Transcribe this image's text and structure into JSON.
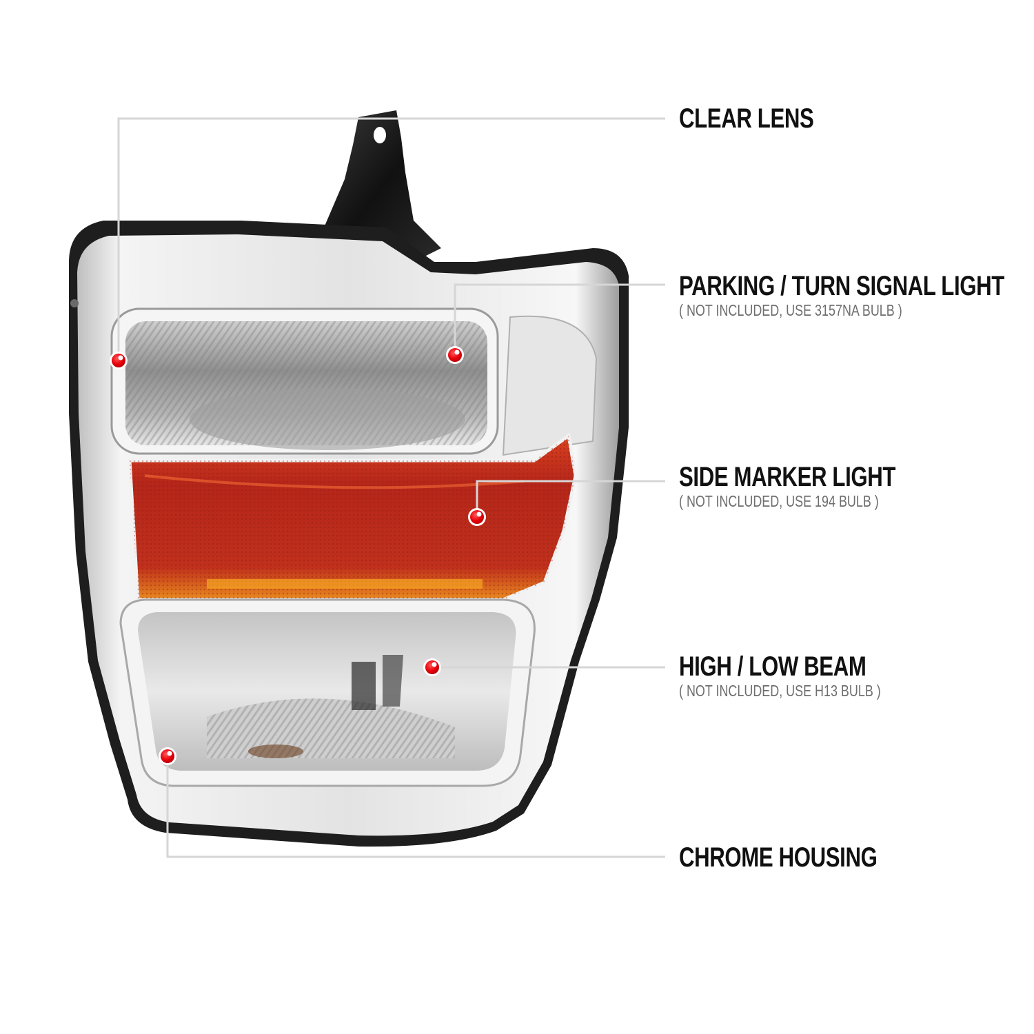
{
  "product": {
    "subject": "Chrome headlight assembly with amber side marker",
    "colors": {
      "background": "#ffffff",
      "callout_line": "#d6d6d6",
      "callout_dot": "#e8000a",
      "amber_reflector": "#c6321e",
      "chrome": "#d9d9d9",
      "label_text": "#111111",
      "sub_text": "#6e6e6e"
    }
  },
  "callouts": [
    {
      "id": "clear-lens",
      "title": "CLEAR LENS",
      "note": ""
    },
    {
      "id": "parking-turn",
      "title": "PARKING / TURN SIGNAL LIGHT",
      "note": "( NOT INCLUDED, USE  3157NA  BULB )"
    },
    {
      "id": "side-marker",
      "title": "SIDE MARKER LIGHT",
      "note": "( NOT INCLUDED, USE  194  BULB )"
    },
    {
      "id": "high-low-beam",
      "title": "HIGH / LOW BEAM",
      "note": "( NOT INCLUDED, USE  H13  BULB )"
    },
    {
      "id": "chrome-housing",
      "title": "CHROME HOUSING",
      "note": ""
    }
  ]
}
